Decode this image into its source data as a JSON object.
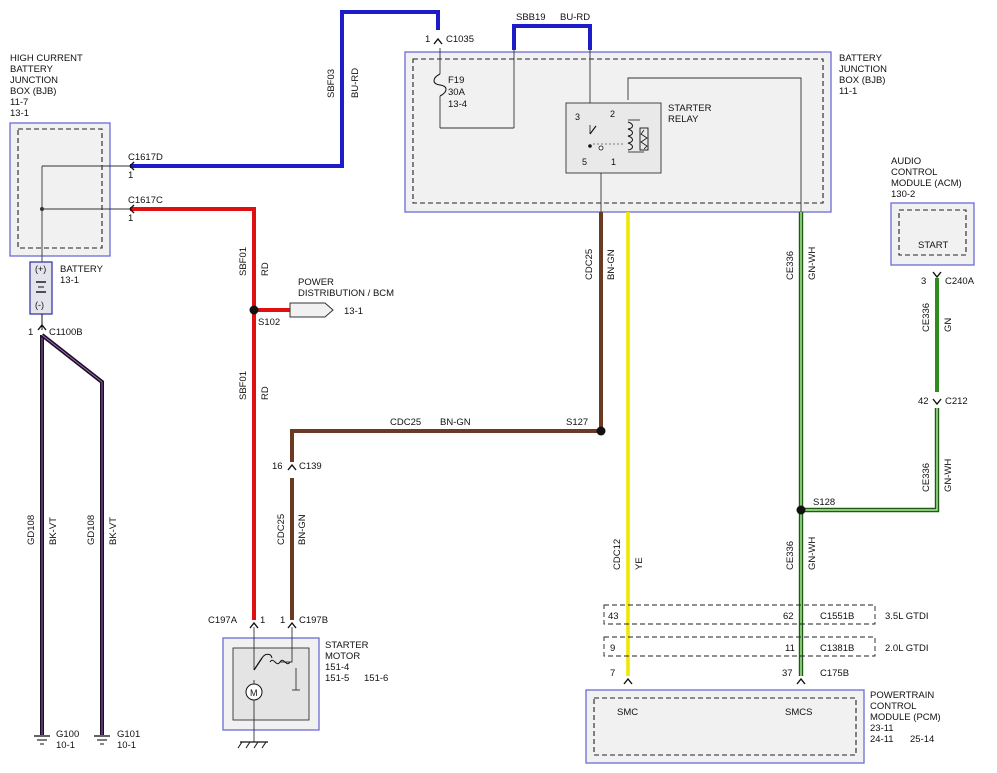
{
  "components": {
    "bjb_left": {
      "lines": [
        "HIGH CURRENT",
        "BATTERY",
        "JUNCTION",
        "BOX (BJB)",
        "11-7",
        "13-1"
      ]
    },
    "bjb_right": {
      "lines": [
        "BATTERY",
        "JUNCTION",
        "BOX (BJB)",
        "11-1"
      ]
    },
    "acm": {
      "lines": [
        "AUDIO",
        "CONTROL",
        "MODULE (ACM)",
        "130-2"
      ],
      "pin": "START"
    },
    "battery": {
      "lines": [
        "BATTERY",
        "13-1"
      ],
      "plus": "(+)",
      "minus": "(-)"
    },
    "power_dist": {
      "label": "POWER",
      "label2": "DISTRIBUTION / BCM",
      "ref": "13-1"
    },
    "starter_relay": {
      "lines": [
        "STARTER",
        "RELAY"
      ],
      "pins": [
        "3",
        "2",
        "5",
        "1"
      ]
    },
    "starter_motor": {
      "lines": [
        "STARTER",
        "MOTOR",
        "151-4",
        "151-5"
      ],
      "ref2": "151-6"
    },
    "pcm": {
      "lines": [
        "POWERTRAIN",
        "CONTROL",
        "MODULE (PCM)",
        "23-11",
        "24-11"
      ],
      "ref2": "25-14",
      "pin_smc": "SMC",
      "pin_smcs": "SMCS"
    },
    "fuse": {
      "name": "F19",
      "rating": "30A",
      "ref": "13-4"
    }
  },
  "connectors": {
    "c1035": {
      "pin": "1",
      "name": "C1035"
    },
    "c1617d": {
      "name": "C1617D",
      "pin": "1"
    },
    "c1617c": {
      "name": "C1617C",
      "pin": "1"
    },
    "c1100b": {
      "pin": "1",
      "name": "C1100B"
    },
    "c139": {
      "pin": "16",
      "name": "C139"
    },
    "c197a": {
      "name": "C197A",
      "pin": "1"
    },
    "c197b": {
      "pin": "1",
      "name": "C197B"
    },
    "c240a": {
      "pin": "3",
      "name": "C240A"
    },
    "c212": {
      "pin": "42",
      "name": "C212"
    },
    "c1551b": {
      "pin_a": "43",
      "pin_b": "62",
      "name": "C1551B",
      "engine": "3.5L GTDI"
    },
    "c1381b": {
      "pin_a": "9",
      "pin_b": "11",
      "name": "C1381B",
      "engine": "2.0L GTDI"
    },
    "c175b": {
      "pin_a": "7",
      "pin_b": "37",
      "name": "C175B"
    }
  },
  "splices": {
    "s102": "S102",
    "s127": "S127",
    "s128": "S128"
  },
  "wires": {
    "sbf03": {
      "circuit": "SBF03",
      "color": "BU-RD",
      "hex": "#1c1cc8"
    },
    "sbb19": {
      "circuit": "SBB19",
      "color": "BU-RD",
      "hex": "#1c1cc8"
    },
    "sbf01": {
      "circuit": "SBF01",
      "color": "RD",
      "hex": "#e01010"
    },
    "cdc25": {
      "circuit": "CDC25",
      "color": "BN-GN",
      "hex": "#6b3a22"
    },
    "cdc12": {
      "circuit": "CDC12",
      "color": "YE",
      "hex": "#f0e800"
    },
    "ce336": {
      "circuit": "CE336",
      "color": "GN-WH",
      "color_short": "GN",
      "hex": "#2e8b1e"
    },
    "gd108": {
      "circuit": "GD108",
      "color": "BK-VT",
      "hex": "#1a0f22"
    }
  },
  "grounds": {
    "g100": {
      "name": "G100",
      "ref": "10-1"
    },
    "g101": {
      "name": "G101",
      "ref": "10-1"
    }
  }
}
